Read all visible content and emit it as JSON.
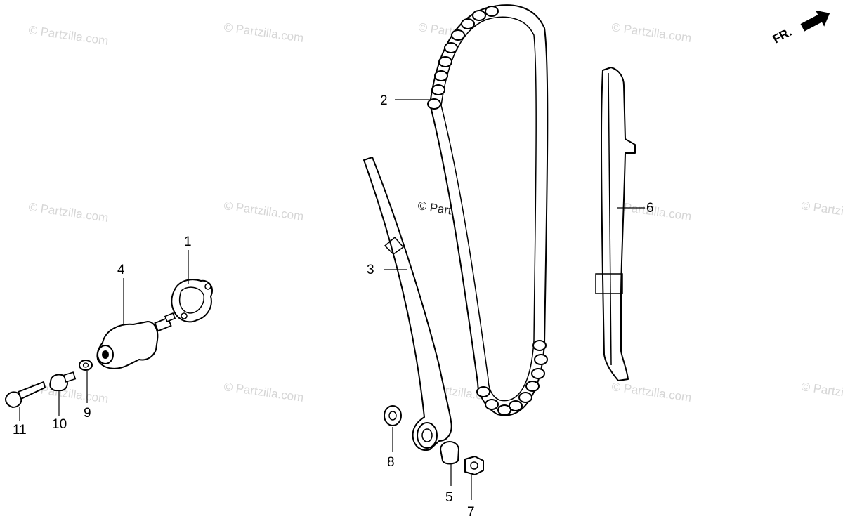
{
  "watermark": {
    "text": "© Partzilla.com",
    "center_text": "© Partzilla.com"
  },
  "orientation": {
    "label": "FR.",
    "icon": "front-arrow-icon"
  },
  "callouts": [
    {
      "id": "1",
      "label": "1",
      "part": "tensioner-gasket"
    },
    {
      "id": "2",
      "label": "2",
      "part": "cam-chain"
    },
    {
      "id": "3",
      "label": "3",
      "part": "tensioner-arm"
    },
    {
      "id": "4",
      "label": "4",
      "part": "cam-chain-tensioner-lifter"
    },
    {
      "id": "5",
      "label": "5",
      "part": "pivot-collar"
    },
    {
      "id": "6",
      "label": "6",
      "part": "chain-guide"
    },
    {
      "id": "7",
      "label": "7",
      "part": "flange-nut"
    },
    {
      "id": "8",
      "label": "8",
      "part": "washer"
    },
    {
      "id": "9",
      "label": "9",
      "part": "small-washer"
    },
    {
      "id": "10",
      "label": "10",
      "part": "sealing-bolt"
    },
    {
      "id": "11",
      "label": "11",
      "part": "long-bolt"
    }
  ]
}
